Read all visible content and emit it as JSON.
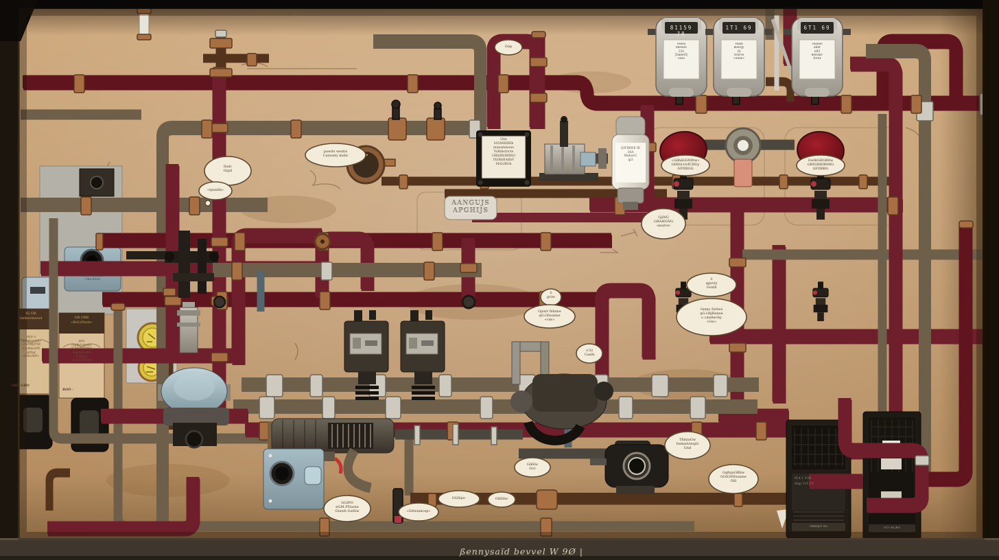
{
  "scene": {
    "caption": "ßennysaïd  bevvel    W  9Ø      |",
    "palette": {
      "wall": "#c49a6e",
      "frame": "#17120d",
      "bottom_band": "#3b332a",
      "pipe_pink": "#e88295",
      "pipe_red": "#c4455c",
      "pipe_white": "#eee8da",
      "pipe_copper": "#b67f50",
      "label_cream": "#f3ecda",
      "disc_red": "#7c1420",
      "gauge_yellow": "#d9c23e",
      "panel_blue": "#a9bdc5"
    }
  },
  "meters": [
    {
      "display": "81159 78",
      "label": "veesa\nmerezo\n21ó\n[banerl]\noozo"
    },
    {
      "display": "1T1 69",
      "label": "veam\nmerejy\n2ò\nsvnrve\n«onue»"
    },
    {
      "display": "6T1 69",
      "label": "veaneo\nabár\nn93\nmerani-\nforuz"
    }
  ],
  "sign_panel": {
    "text": "Oim\nSIGMIRIRIb\nmanammone\nYuRdistricte\nGRbIRbMIRb3\nFbIRbRARbY\nMALIRGb"
  },
  "cylinder_device": {
    "text": "GIFIRWE fE\n30A\nWabuvC\nqi3"
  },
  "embossed_plate": {
    "text": "AANGUJS\nAPGHIJS"
  },
  "lens_box": {
    "text": "GQi e GiObsA\n«tim-bivd»"
  },
  "placards": [
    {
      "header": "IG  OB\nGelbevmived",
      "body": "elyiv a\n«qulivbivane»\nGUBYBJIPYR\nvGplResnYR\nqilYmr\n«BidivARY»",
      "footer": "OBl.      GBO"
    },
    {
      "header": "GB OBB\n«BvLvYnvb»",
      "body": "qive\n«vplbvivbeve»\nTUBYBJIBYRG\nIGplArBivBR\nPvbYmv\n«n vGriffLYw»",
      "footer": "BOÓ      ·"
    }
  ],
  "panel_a": {
    "lines": "6L4 1 1GB\n6mp TvT CV",
    "footer": "GBBI4JI1 BG"
  },
  "panel_b": {
    "footer": "GT1 WL/BG"
  },
  "bubbles": [
    {
      "text": "Ilsdc\nGrpil"
    },
    {
      "text": "«tpanlib»"
    },
    {
      "text": "pawits wextis\nCazionty kisbr"
    },
    {
      "text": "Gúp"
    },
    {
      "text": "ö\ngviw"
    },
    {
      "text": "Gpurr fidanw\nqG.Gfwanne\n«ciw»"
    },
    {
      "text": "×32\nCanlb"
    },
    {
      "text": "GjiNG\nGRAHGNG\n-analvw-"
    },
    {
      "text": "ô\nqguviy\nGvnlil"
    },
    {
      "text": "Gnmy fwliws\nqG.GfijBanne\no cmidwcky\n«Gw»"
    },
    {
      "text": "«GilhâGGMItw»\nGIHId-GvfCHGy\nGFIIBGG"
    },
    {
      "text": "GwlkGHGBIlw\nGBIGHBIBMIG\nGFIIBBG"
    },
    {
      "text": "GGIPO\nnGM.PNasne\nGtawb Guftiw"
    },
    {
      "text": "«Gifwnnicep»"
    },
    {
      "text": "GGilipo-"
    },
    {
      "text": "Gtfiiliw"
    },
    {
      "text": "TfimiaGw\nItemnlvteqiG\nGnd"
    },
    {
      "text": "Gilliîw\nGvr"
    },
    {
      "text": "GqfiquGBliw\nGGIGMIwanne\nGili"
    }
  ]
}
